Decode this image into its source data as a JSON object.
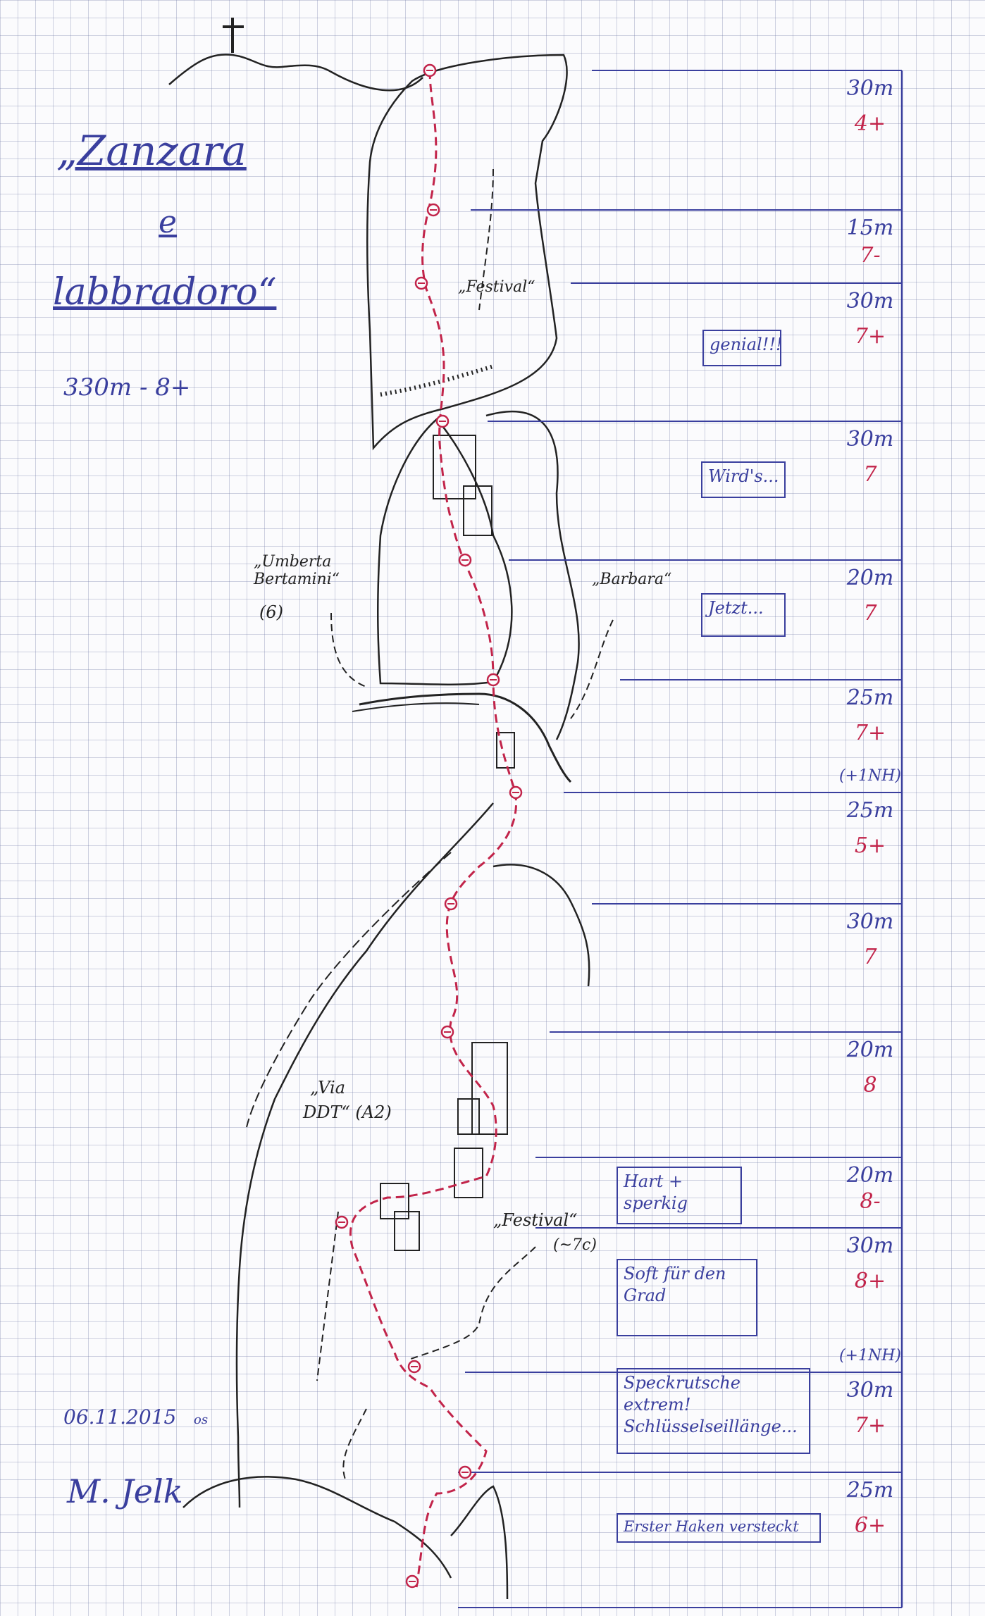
{
  "title": {
    "line1": "„Zanzara",
    "line2": "e",
    "line3": "labbradoro“",
    "summary": "330m - 8+"
  },
  "pitches": [
    {
      "length": "30m",
      "grade": "4+",
      "note": ""
    },
    {
      "length": "15m",
      "grade": "7-",
      "note": ""
    },
    {
      "length": "30m",
      "grade": "7+",
      "note": ""
    },
    {
      "length": "30m",
      "grade": "7",
      "note": ""
    },
    {
      "length": "20m",
      "grade": "7",
      "note": ""
    },
    {
      "length": "25m",
      "grade": "7+",
      "note": "(+1NH)"
    },
    {
      "length": "25m",
      "grade": "5+",
      "note": ""
    },
    {
      "length": "30m",
      "grade": "7",
      "note": ""
    },
    {
      "length": "20m",
      "grade": "8",
      "note": ""
    },
    {
      "length": "20m",
      "grade": "8-",
      "note": ""
    },
    {
      "length": "30m",
      "grade": "8+",
      "note": "(+1NH)"
    },
    {
      "length": "30m",
      "grade": "7+",
      "note": ""
    },
    {
      "length": "25m",
      "grade": "6+",
      "note": ""
    }
  ],
  "comments": [
    "genial!!!",
    "Wird's...",
    "Jetzt...",
    "Hart + sperkig",
    "Soft für den Grad",
    "Speckrutsche extrem! Schlüsselseillänge...",
    "Erster Haken versteckt"
  ],
  "route_labels": {
    "festival_top": "„Festival“",
    "umberta_name": "„Umberta Bertamini“",
    "umberta_grade": "(6)",
    "barbara": "„Barbara“",
    "via_ddt_line1": "„Via",
    "via_ddt_line2": "DDT“ (A2)",
    "festival_bottom": "„Festival“",
    "festival_bottom_grade": "(~7c)"
  },
  "footer": {
    "date": "06.11.2015",
    "initials": "os",
    "signature": "M. Jelk"
  },
  "colors": {
    "ink_blue": "#3a3f9e",
    "ink_red": "#c2244a",
    "pencil": "#222222",
    "grid": "#7882aa"
  }
}
